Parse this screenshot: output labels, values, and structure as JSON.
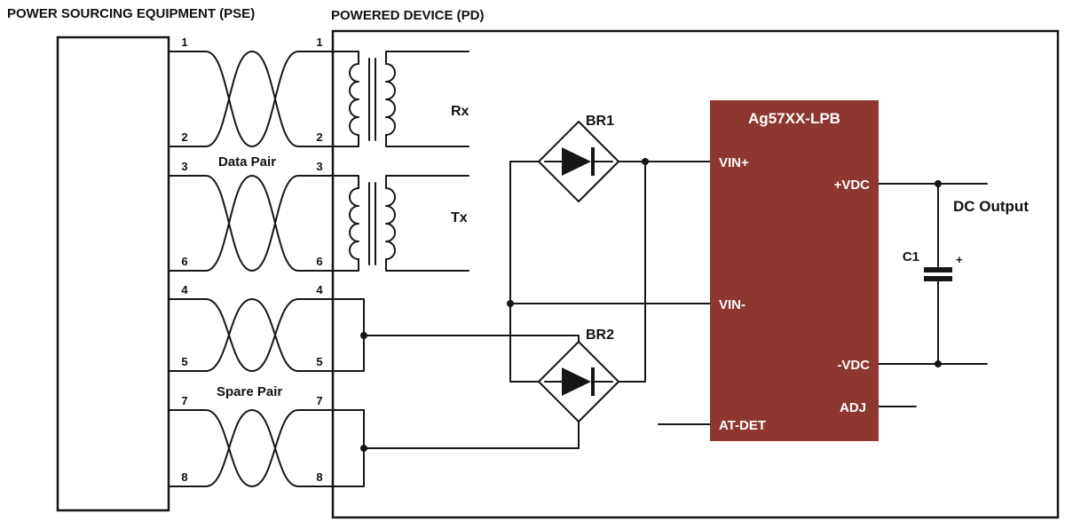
{
  "colors": {
    "chip_fill": "#8e372e",
    "chip_text": "#ffffff",
    "wire": "#161616",
    "background": "#ffffff"
  },
  "headers": {
    "pse": "POWER SOURCING EQUIPMENT (PSE)",
    "pd": "POWERED DEVICE (PD)"
  },
  "pair_labels": {
    "data": "Data Pair",
    "spare": "Spare Pair"
  },
  "transformers": {
    "rx": "Rx",
    "tx": "Tx"
  },
  "bridges": {
    "br1": "BR1",
    "br2": "BR2"
  },
  "chip": {
    "name": "Ag57XX-LPB",
    "pin_vin_plus": "VIN+",
    "pin_vin_minus": "VIN-",
    "pin_at_det": "AT-DET",
    "pin_vdc_plus": "+VDC",
    "pin_vdc_minus": "-VDC",
    "pin_adj": "ADJ"
  },
  "output": {
    "cap_label": "C1",
    "cap_polarity": "+",
    "dc_output": "DC Output"
  },
  "pins": [
    "1",
    "2",
    "3",
    "6",
    "4",
    "5",
    "7",
    "8"
  ]
}
